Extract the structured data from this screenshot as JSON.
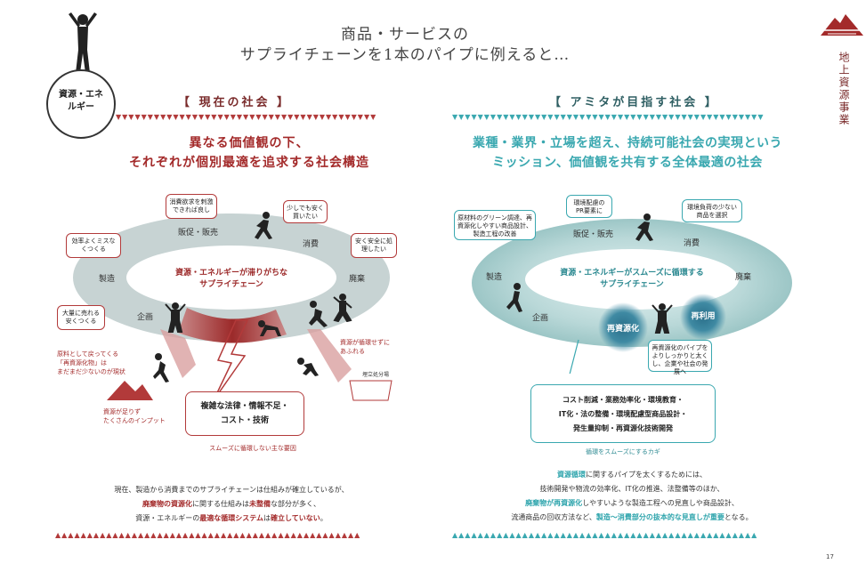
{
  "header": {
    "title_line1": "商品・サービスの",
    "title_line2": "サプライチェーンを1本のパイプに例えると…",
    "circle_label": "資源・エネルギー",
    "side_label": "地上資源事業",
    "page_number": "17"
  },
  "left": {
    "section_title": "【 現在の社会 】",
    "heading_line1": "異なる価値観の下、",
    "heading_line2": "それぞれが個別最適を追求する社会構造",
    "center_line1": "資源・エネルギーが滞りがちな",
    "center_line2": "サプライチェーン",
    "nodes": {
      "hansoku": "販促・販売",
      "shohi": "消費",
      "seizo": "製造",
      "haiki": "廃棄",
      "kikaku": "企画"
    },
    "bubbles": {
      "b1": "消費欲求を刺激できれば良し",
      "b2": "少しでも安く買いたい",
      "b3": "効率よくミスなくつくる",
      "b4": "安く安全に処理したい",
      "b5": "大量に売れる安くつくる"
    },
    "note_input_line1": "原料として戻ってくる",
    "note_input_line2": "「再資源化物」は",
    "note_input_line3": "まだまだ少ないのが現状",
    "note_shortage_line1": "資源が足りず",
    "note_shortage_line2": "たくさんのインプット",
    "note_overflow_line1": "資源が循環せずに",
    "note_overflow_line2": "あふれる",
    "landfill": "埋立処分場",
    "problem_line1": "複雑な法律・情報不足・",
    "problem_line2": "コスト・技術",
    "problem_caption": "スムーズに循環しない主な要因",
    "body_line1": "現在、製造から消費までのサプライチェーンは仕組みが確立しているが、",
    "body_line2_a": "廃棄物の資源化",
    "body_line2_b": "に関する仕組みは",
    "body_line2_c": "未整備",
    "body_line2_d": "な部分が多く、",
    "body_line3_a": "資源・エネルギーの",
    "body_line3_b": "最適な循環システム",
    "body_line3_c": "は",
    "body_line3_d": "確立していない",
    "body_line3_e": "。"
  },
  "right": {
    "section_title": "【 アミタが目指す社会 】",
    "heading_line1": "業種・業界・立場を超え、持続可能社会の実現という",
    "heading_line2": "ミッション、価値観を共有する全体最適の社会",
    "center_line1": "資源・エネルギーがスムーズに循環する",
    "center_line2": "サプライチェーン",
    "nodes": {
      "hansoku": "販促・販売",
      "shohi": "消費",
      "seizo": "製造",
      "haiki": "廃棄",
      "kikaku": "企画"
    },
    "bubbles": {
      "b1": "原材料のグリーン調達、再資源化しやすい商品設計、製造工程の改善",
      "b2": "環境配慮のPR要素に",
      "b3": "環境負荷の少ない商品を選択",
      "b4": "再資源化のパイプをよりしっかりと太くし、企業や社会の発展へ"
    },
    "recycle_label": "再資源化",
    "reuse_label": "再利用",
    "solution_line1": "コスト削減・業務効率化・環境教育・",
    "solution_line2": "IT化・法の整備・環境配慮型商品設計・",
    "solution_line3": "発生量抑制・再資源化技術開発",
    "solution_caption": "循環をスムーズにするカギ",
    "body_line1_a": "資源循環",
    "body_line1_b": "に関するパイプを太くするためには、",
    "body_line2": "技術開発や物流の効率化、IT化の推進、法整備等のほか、",
    "body_line3_a": "廃棄物が再資源化",
    "body_line3_b": "しやすいような製造工程への見直しや商品設計、",
    "body_line4_a": "流通商品の回収方法など、",
    "body_line4_b": "製造～消費部分の抜本的な見直しが重要",
    "body_line4_c": "となる。"
  },
  "colors": {
    "accent_red": "#a32a2a",
    "accent_teal": "#3aa8b0"
  }
}
